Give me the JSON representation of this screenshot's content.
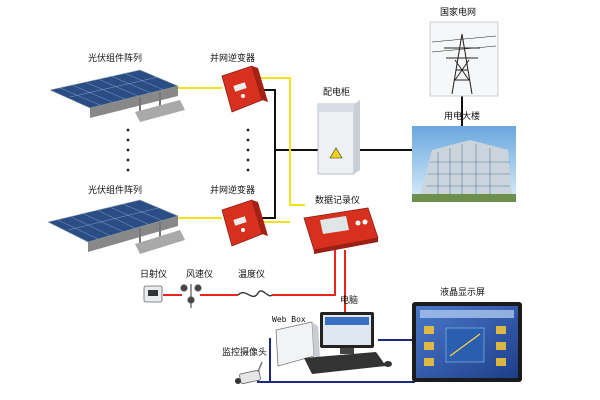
{
  "labels": {
    "pv_array_top": "光伏组件阵列",
    "pv_array_bottom": "光伏组件阵列",
    "inverter_top": "并网逆变器",
    "inverter_bottom": "并网逆变器",
    "distribution_cabinet": "配电柜",
    "state_grid": "国家电网",
    "office_building": "用电大楼",
    "data_logger": "数据记录仪",
    "irradiance_meter": "日射仪",
    "anemometer": "风速仪",
    "thermometer": "温度仪",
    "computer": "电脑",
    "web_box": "Web Box",
    "lcd_display": "液晶显示屏",
    "camera": "监控摄像头"
  },
  "colors": {
    "ac_line": "#111111",
    "dc_line": "#f2e21a",
    "data_line": "#e8241f",
    "inverter_body": "#d8301f",
    "panel": "#2b4d86"
  }
}
